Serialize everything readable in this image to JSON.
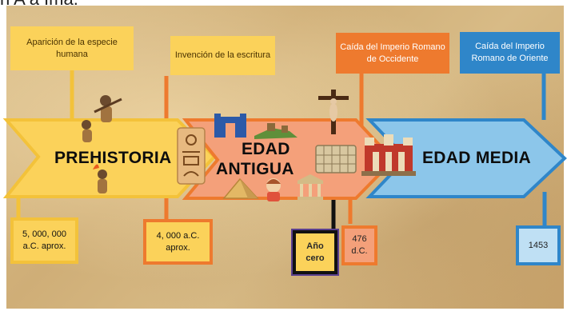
{
  "heading": "n A a Ima.",
  "events": {
    "human_origin": "Aparición de la especie humana",
    "writing": "Invención de la escritura",
    "west_rome": "Caída del Imperio Romano de Occidente",
    "east_rome": "Caída del Imperio Romano de Oriente"
  },
  "eras": {
    "prehistory": "PREHISTORIA",
    "ancient_1": "EDAD",
    "ancient_2": "ANTIGUA",
    "middle": "EDAD MEDIA"
  },
  "dates": {
    "prehistory": "5, 000, 000 a.C. aprox.",
    "writing": "4, 000 a.C. aprox.",
    "year_zero": "Año cero",
    "west_rome": "476 d.C.",
    "east_rome": "1453"
  },
  "colors": {
    "yellow_fill": "#fbd25a",
    "yellow_border": "#f3c23a",
    "orange_fill": "#f4a07a",
    "orange_border": "#ee7a2e",
    "blue_fill": "#8cc6ea",
    "blue_border": "#2f86c9",
    "black": "#111111",
    "year_zero_border": "#5a3f8e"
  },
  "icons": [
    "cave-people-icon",
    "hieroglyph-icon",
    "ishtar-gate-icon",
    "great-wall-icon",
    "colosseum-icon",
    "crucifix-icon",
    "greek-temple-icon",
    "pyramid-icon",
    "child-icon",
    "castle-icon"
  ]
}
